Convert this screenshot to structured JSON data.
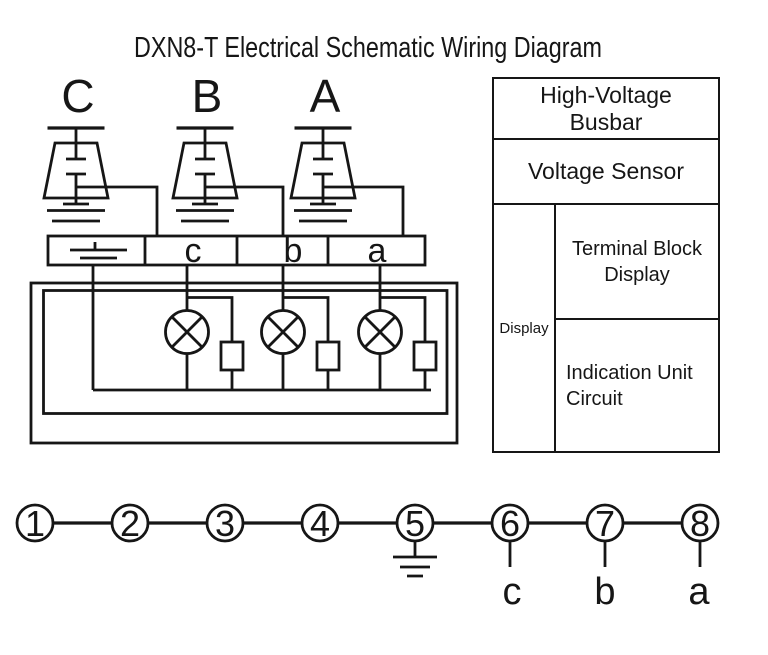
{
  "title": "DXN8-T Electrical Schematic Wiring Diagram",
  "colors": {
    "ink": "#161616",
    "background": "#ffffff"
  },
  "phase_sensors": {
    "labels": [
      "C",
      "B",
      "A"
    ],
    "symbols": [
      "busbar-line",
      "capacitor-divider-icon",
      "earth-ground-icon"
    ]
  },
  "terminal_strip": {
    "ground_symbol": "earth-ground-icon",
    "labels": [
      "c",
      "b",
      "a"
    ]
  },
  "indication_circuit": {
    "symbols": [
      "lamp-icon",
      "resistor-symbol"
    ]
  },
  "legend": {
    "busbar": {
      "lines": [
        "High-Voltage",
        "Busbar"
      ]
    },
    "sensor": {
      "text": "Voltage Sensor"
    },
    "display": {
      "text": "Display"
    },
    "terminal_display": {
      "lines": [
        "Terminal Block",
        "Display"
      ]
    },
    "indication": {
      "lines": [
        "Indication Unit",
        "Circuit"
      ]
    }
  },
  "bottom_terminals": {
    "numbers": [
      "1",
      "2",
      "3",
      "4",
      "5",
      "6",
      "7",
      "8"
    ],
    "ground_under": "5",
    "wire_labels": [
      "c",
      "b",
      "a"
    ]
  }
}
